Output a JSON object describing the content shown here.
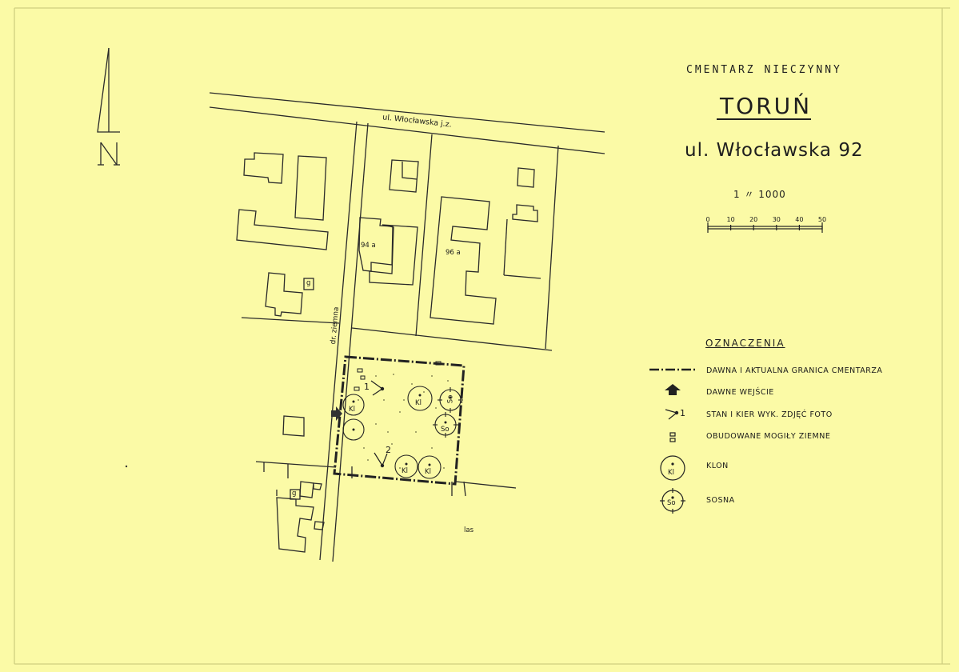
{
  "title": {
    "kind": "CMENTARZ NIECZYNNY",
    "city": "TORUŃ",
    "street": "ul. Włocławska 92"
  },
  "scale": {
    "ratio": "1 〃 1000",
    "ticks": [
      "0",
      "10",
      "20",
      "30",
      "40",
      "50"
    ]
  },
  "north_label": "N",
  "map_labels": {
    "street": "ul. Włocławska  j.z.",
    "dirt_road": "dr. ziemna",
    "house_94a": "94 a",
    "house_96a": "96 a",
    "garage_1": "g",
    "garage_2": "g",
    "forest": "las",
    "photo_1": "1",
    "photo_2": "2",
    "tree_kl": "Kl",
    "tree_so": "So"
  },
  "legend": {
    "title": "OZNACZENIA",
    "items": [
      {
        "key": "boundary",
        "label": "DAWNA I AKTUALNA GRANICA CMENTARZA"
      },
      {
        "key": "entrance",
        "label": "DAWNE WEJŚCIE"
      },
      {
        "key": "photo",
        "label": "STAN I KIER WYK. ZDJĘĆ FOTO",
        "symbol_text": "1"
      },
      {
        "key": "graves",
        "label": "OBUDOWANE MOGIŁY ZIEMNE"
      },
      {
        "key": "maple",
        "label": "KLON",
        "symbol_text": "Kl"
      },
      {
        "key": "pine",
        "label": "SOSNA",
        "symbol_text": "So"
      }
    ]
  },
  "colors": {
    "paper": "#fbfaa6",
    "ink": "#1e1e1e"
  }
}
